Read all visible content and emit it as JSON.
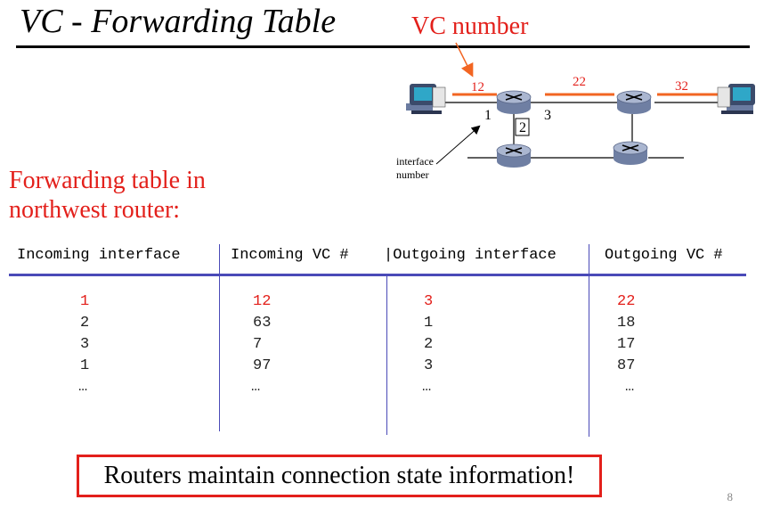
{
  "title": "VC - Forwarding Table",
  "subtitle_line1": "Forwarding table in",
  "subtitle_line2": "northwest router:",
  "diagram": {
    "vc_label": "VC number",
    "interface_label_line1": "interface",
    "interface_label_line2": "number",
    "vc_numbers": [
      "12",
      "22",
      "32"
    ],
    "interface_numbers": [
      "1",
      "2",
      "3"
    ],
    "colors": {
      "accent": "#e3201b",
      "link_vc": "#f26522",
      "router": "#9aa6c0",
      "rule": "#4a4ab8"
    }
  },
  "table": {
    "headers": [
      "Incoming interface",
      "Incoming VC #",
      "|Outgoing interface",
      "Outgoing VC #"
    ],
    "rows": [
      [
        "1",
        "12",
        "3",
        "22"
      ],
      [
        "2",
        "63",
        "1",
        "18"
      ],
      [
        "3",
        "7",
        "2",
        "17"
      ],
      [
        "1",
        "97",
        "3",
        "87"
      ],
      [
        "…",
        "…",
        "…",
        "…"
      ]
    ]
  },
  "callout": "Routers maintain connection state information!",
  "page_number": "8"
}
